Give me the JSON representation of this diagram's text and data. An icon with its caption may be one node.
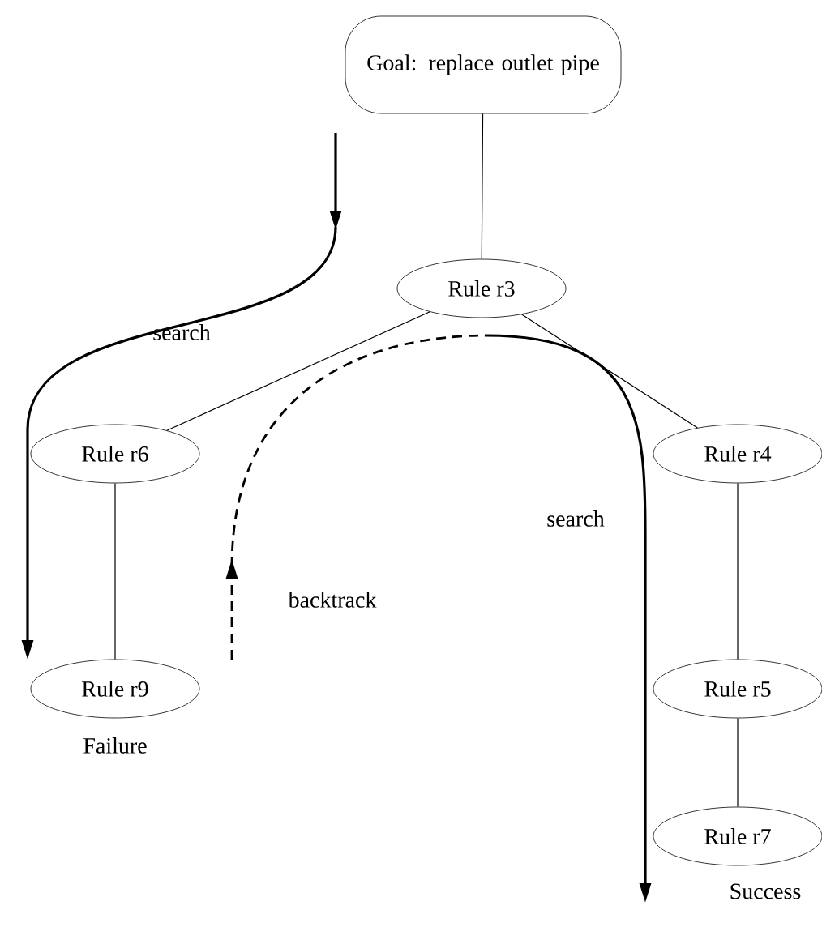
{
  "diagram": {
    "nodes": [
      {
        "text": [
          "Goal: replace outlet pipe"
        ]
      },
      {
        "text": [
          "Rule r3"
        ]
      },
      {
        "text": [
          "Rule r6"
        ]
      },
      {
        "text": [
          "Rule r4"
        ]
      },
      {
        "text": [
          "Rule r9"
        ],
        "beside": [
          "Failure"
        ]
      },
      {
        "text": [
          "Rule r5"
        ]
      },
      {
        "text": [
          "Rule r7"
        ],
        "beside": [
          "Success"
        ]
      }
    ],
    "edges": [
      {
        "from": 0,
        "to": 1,
        "arrow": "none"
      },
      {
        "from": 1,
        "to": 2,
        "arrow": "none"
      },
      {
        "from": 1,
        "to": 3,
        "arrow": "none"
      },
      {
        "from": 2,
        "to": 4,
        "arrow": "none"
      },
      {
        "from": 3,
        "to": 5,
        "arrow": "none"
      },
      {
        "from": 5,
        "to": 6,
        "arrow": "none"
      }
    ],
    "labels": [
      "search",
      "search",
      "backtrack"
    ]
  }
}
